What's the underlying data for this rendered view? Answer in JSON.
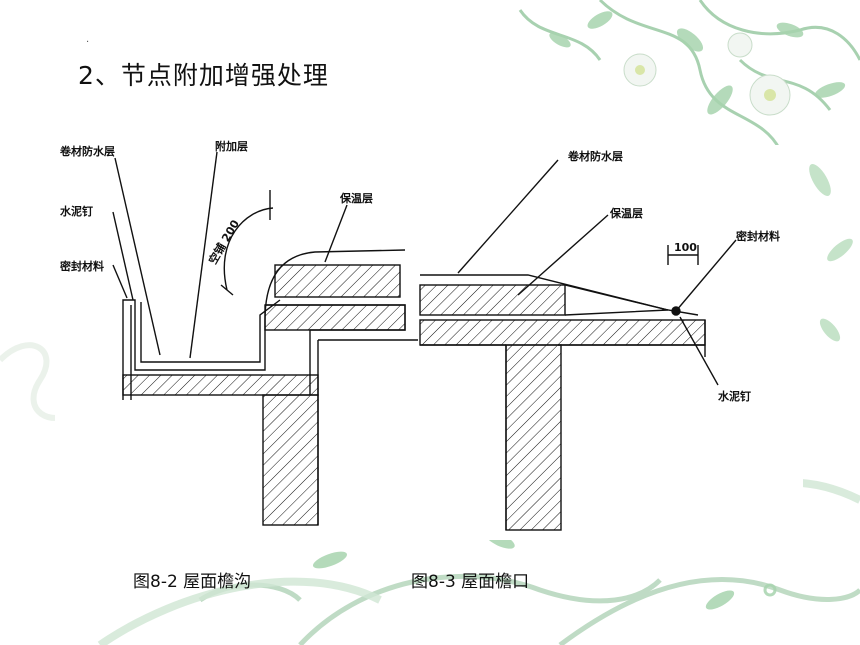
{
  "slide": {
    "heading": "2、节点附加增强处理",
    "dot": "."
  },
  "figure_left": {
    "caption": "图8-2 屋面檐沟",
    "labels": {
      "membrane": "卷材防水层",
      "extra_layer": "附加层",
      "nail": "水泥钉",
      "sealant": "密封材料",
      "insulation": "保温层",
      "empty_lay": "空铺 200"
    }
  },
  "figure_right": {
    "caption": "图8-3  屋面檐口",
    "labels": {
      "membrane": "卷材防水层",
      "insulation": "保温层",
      "sealant": "密封材料",
      "nail": "水泥钉",
      "dimension": "100"
    }
  },
  "colors": {
    "leaf_green": "#8ec49a",
    "light_green": "#cfe6d3",
    "swirl_green": "#b9d8bf",
    "line": "#111111"
  }
}
